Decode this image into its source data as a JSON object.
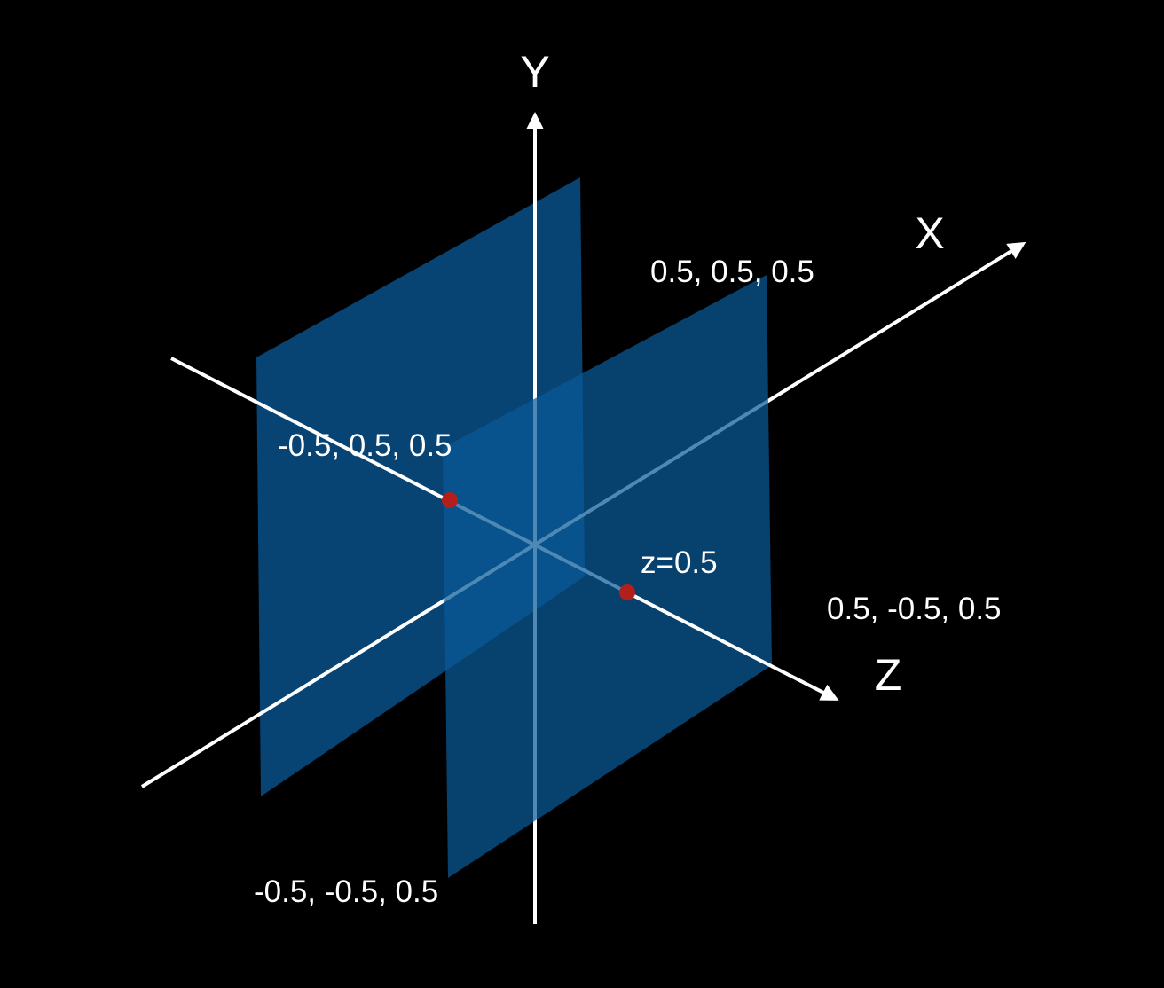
{
  "colors": {
    "background": "#000000",
    "plane_fill": "#0a5a99",
    "axis": "#ffffff",
    "point": "#b3201c"
  },
  "axes": {
    "x_label": "X",
    "y_label": "Y",
    "z_label": "Z"
  },
  "labels": {
    "top_right_corner": "0.5,  0.5,  0.5",
    "top_left_corner": "-0.5,  0.5,  0.5",
    "bottom_right_corner": "0.5,  -0.5,  0.5",
    "bottom_left_corner": "-0.5,  -0.5,  0.5",
    "z_marker": "z=0.5"
  }
}
